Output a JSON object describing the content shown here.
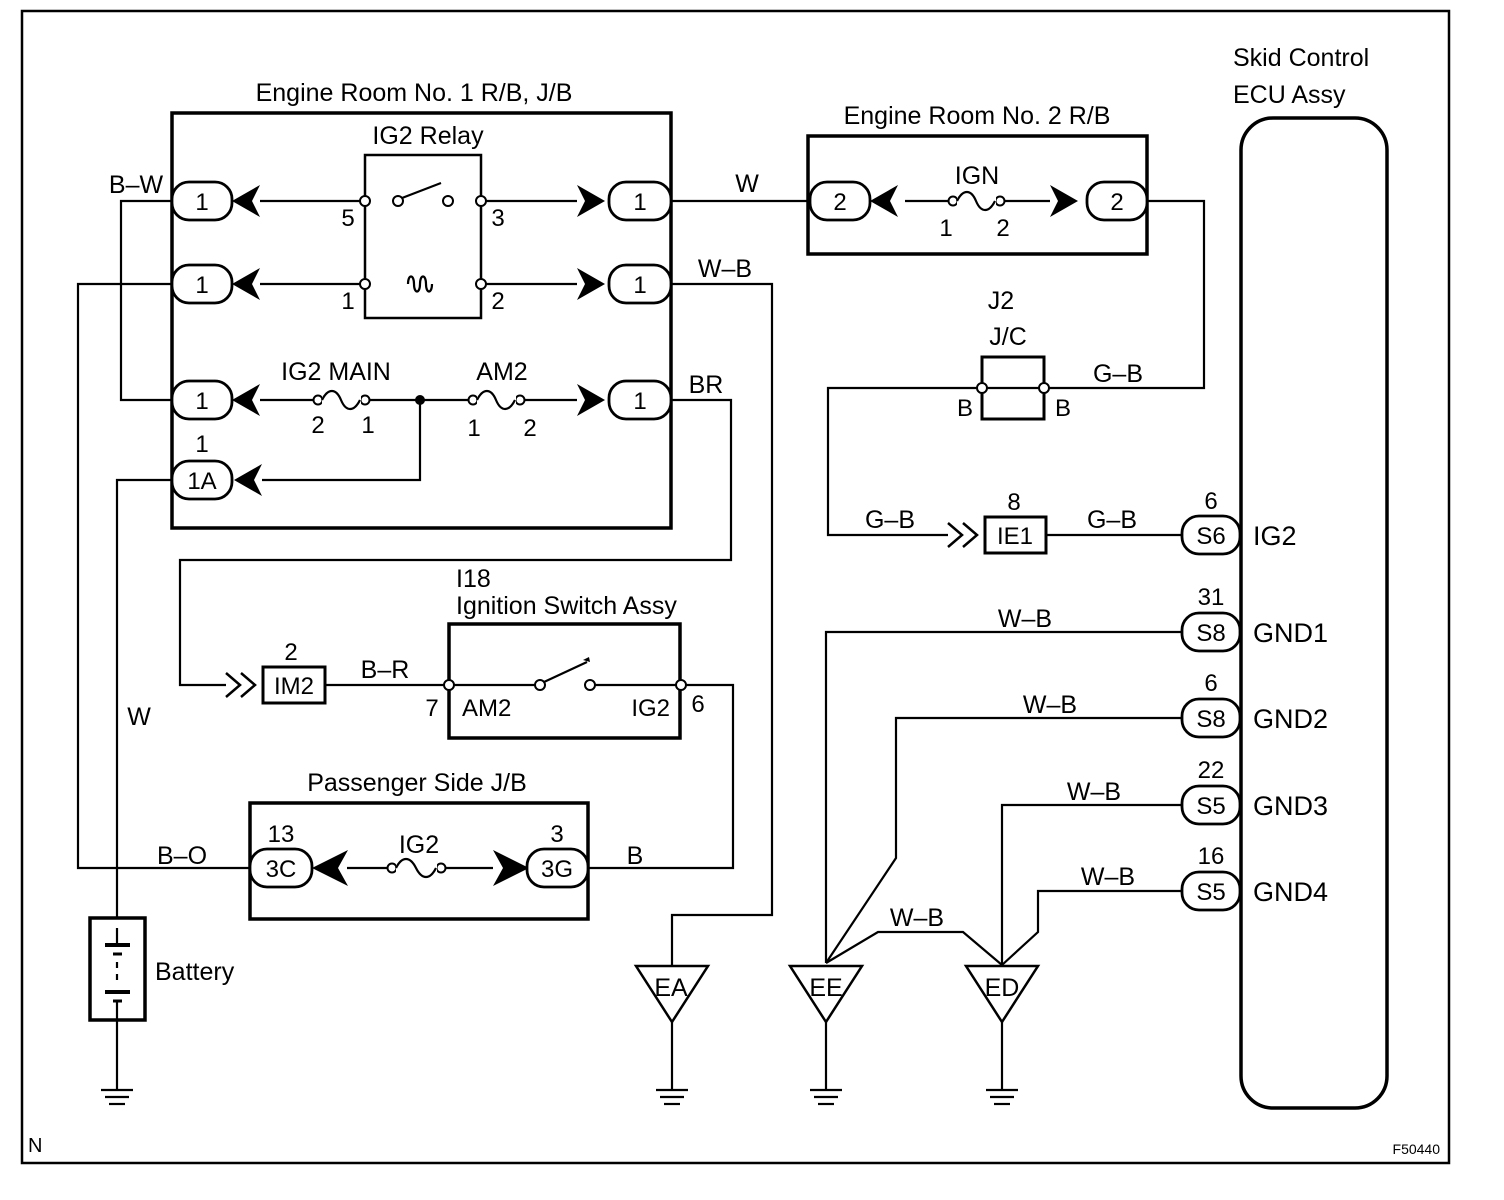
{
  "diagram": {
    "corner_label": "N",
    "figure_code": "F50440",
    "er1": {
      "title": "Engine Room No. 1 R/B, J/B",
      "relay_title": "IG2 Relay",
      "relay_pins": {
        "p5": "5",
        "p3": "3",
        "p1": "1",
        "p2": "2"
      },
      "left_connectors": [
        "1",
        "1",
        "1"
      ],
      "right_connectors": [
        "1",
        "1",
        "1"
      ],
      "conn_1a_pin": "1",
      "conn_1a": "1A",
      "fuse_ig2main": {
        "name": "IG2 MAIN",
        "pin_a": "2",
        "pin_b": "1"
      },
      "fuse_am2": {
        "name": "AM2",
        "pin_a": "1",
        "pin_b": "2"
      }
    },
    "er2": {
      "title": "Engine Room No. 2 R/B",
      "fuse": {
        "name": "IGN",
        "pin_a": "1",
        "pin_b": "2"
      },
      "left_connector": "2",
      "right_connector": "2"
    },
    "jc": {
      "code": "J2",
      "name": "J/C",
      "pin_left": "B",
      "pin_right": "B"
    },
    "ie1": {
      "pin": "8",
      "name": "IE1"
    },
    "im2": {
      "pin": "2",
      "name": "IM2"
    },
    "ignition": {
      "code": "I18",
      "name": "Ignition Switch Assy",
      "left_pin": "7",
      "left_term": "AM2",
      "right_term": "IG2",
      "right_pin": "6"
    },
    "passenger_jb": {
      "title": "Passenger Side J/B",
      "fuse_name": "IG2",
      "left_pin": "13",
      "left_conn": "3C",
      "right_pin": "3",
      "right_conn": "3G"
    },
    "battery": "Battery",
    "grounds": [
      "EA",
      "EE",
      "ED"
    ],
    "ecu": {
      "title_line1": "Skid Control",
      "title_line2": "ECU Assy",
      "terminals": [
        {
          "pin": "6",
          "conn": "S6",
          "name": "IG2"
        },
        {
          "pin": "31",
          "conn": "S8",
          "name": "GND1"
        },
        {
          "pin": "6",
          "conn": "S8",
          "name": "GND2"
        },
        {
          "pin": "22",
          "conn": "S5",
          "name": "GND3"
        },
        {
          "pin": "16",
          "conn": "S5",
          "name": "GND4"
        }
      ]
    },
    "wires": {
      "bw": "B–W",
      "w_top": "W",
      "wb_top": "W–B",
      "br": "BR",
      "gb_jc": "G–B",
      "gb_in": "G–B",
      "gb_out": "G–B",
      "br_ign": "B–R",
      "w_left": "W",
      "bo": "B–O",
      "b_pass": "B",
      "wb1": "W–B",
      "wb2": "W–B",
      "wb3": "W–B",
      "wb4": "W–B",
      "wb_ee_ed": "W–B"
    }
  }
}
